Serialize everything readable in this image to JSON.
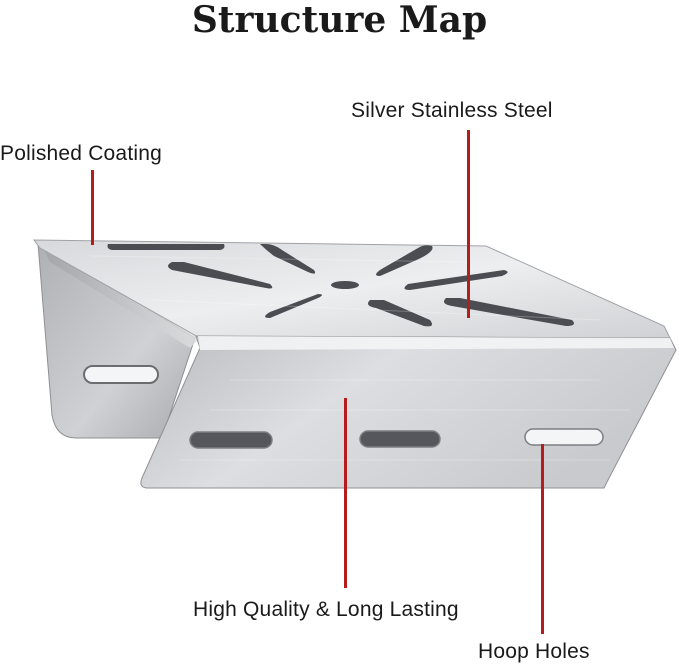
{
  "title": "Structure Map",
  "labels": {
    "polished_coating": "Polished Coating",
    "silver_stainless_steel": "Silver Stainless Steel",
    "high_quality": "High Quality & Long Lasting",
    "hoop_holes": "Hoop Holes"
  },
  "colors": {
    "leader_line": "#b51c1c",
    "steel_light": "#e4e5e7",
    "steel_mid": "#c3c5c8",
    "steel_dark": "#8e9094",
    "slot_dark": "#4b4d52"
  },
  "product": "stainless steel mounting bracket"
}
